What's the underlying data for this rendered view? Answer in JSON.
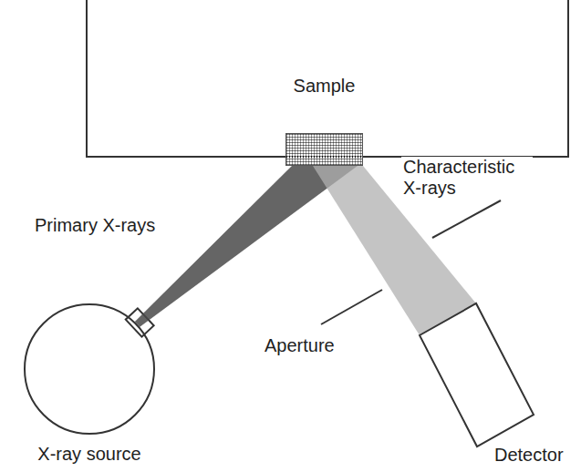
{
  "diagram": {
    "nodes": [
      {
        "text": [
          "Sample"
        ]
      },
      {
        "text": [
          "X-ray source"
        ]
      },
      {
        "text": [
          "Detector"
        ]
      }
    ],
    "edges": [
      {
        "from": 1,
        "to": 0,
        "arrow": "none",
        "label": "Primary X-rays"
      },
      {
        "from": 0,
        "to": 2,
        "arrow": "none",
        "label": "Characteristic X-rays"
      }
    ],
    "labels": [
      "Aperture"
    ]
  }
}
